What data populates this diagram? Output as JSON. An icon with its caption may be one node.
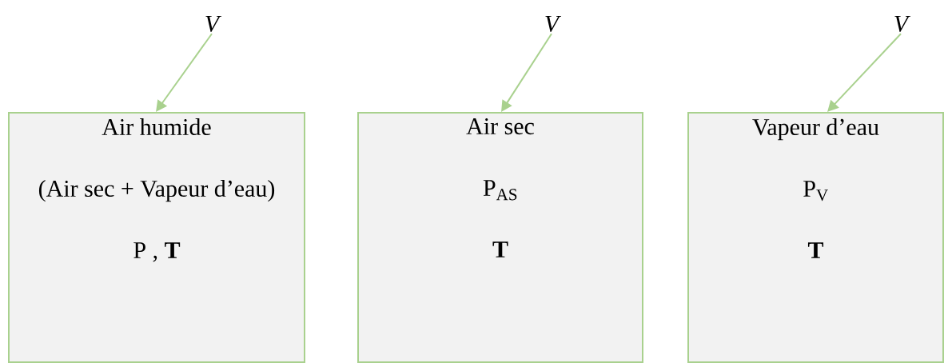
{
  "diagram": {
    "nodes": [
      {
        "text": [
          "V"
        ]
      },
      {
        "text": [
          "V"
        ]
      },
      {
        "text": [
          "V"
        ]
      },
      {
        "text": [
          "Air humide",
          "(Air sec + Vapeur d’eau)",
          "P , **T**"
        ]
      },
      {
        "text": [
          "Air sec",
          "P$_{AS}$",
          "**T**"
        ]
      },
      {
        "text": [
          "Vapeur d’eau",
          "P$_{V}$",
          "**T**"
        ]
      }
    ],
    "edges": [
      {
        "from": 0,
        "to": 3,
        "arrow": "to"
      },
      {
        "from": 1,
        "to": 4,
        "arrow": "to"
      },
      {
        "from": 2,
        "to": 5,
        "arrow": "to"
      }
    ]
  }
}
